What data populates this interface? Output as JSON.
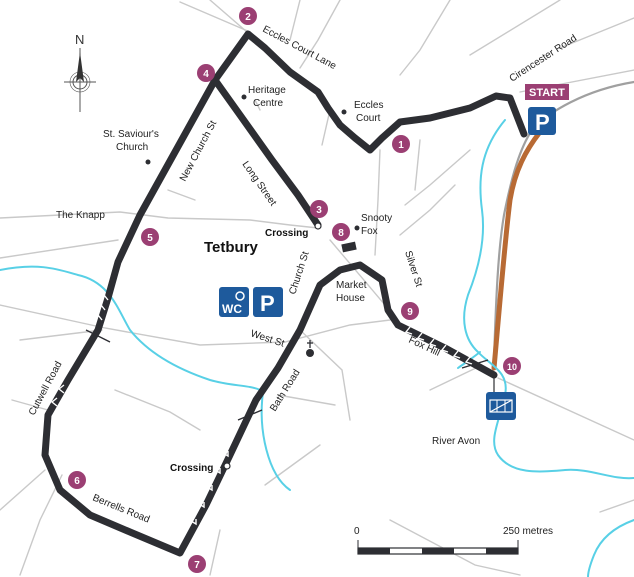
{
  "colors": {
    "route": "#2d2e33",
    "waypoint": "#9b3f73",
    "river": "#58d0e6",
    "road": "#c9c9c9",
    "rail_grey": "#a0a0a0",
    "rail_brown": "#b86a34",
    "icon_blue": "#1e5a9c"
  },
  "compass": {
    "letter": "N"
  },
  "start_label": "START",
  "town_name": "Tetbury",
  "waypoints": [
    "1",
    "2",
    "3",
    "4",
    "5",
    "6",
    "7",
    "8",
    "9",
    "10"
  ],
  "roads": {
    "cirencester": "Cirencester Road",
    "eccles_court_lane": "Eccles Court Lane",
    "new_church_st": "New Church St",
    "long_street": "Long Street",
    "the_knapp": "The Knapp",
    "church_st": "Church St",
    "silver_st": "Silver St",
    "west_st": "West St",
    "fox_hill": "Fox Hill",
    "bath_road": "Bath Road",
    "cutwell_road": "Cutwell Road",
    "berrells_road": "Berrells Road"
  },
  "places": {
    "heritage_line1": "Heritage",
    "heritage_line2": "Centre",
    "eccles_line1": "Eccles",
    "eccles_line2": "Court",
    "saviour_line1": "St. Saviour's",
    "saviour_line2": "Church",
    "snooty_line1": "Snooty",
    "snooty_line2": "Fox",
    "market_line1": "Market",
    "market_line2": "House",
    "river_avon": "River Avon"
  },
  "crossings": {
    "upper": "Crossing",
    "lower": "Crossing"
  },
  "icons": {
    "wc": "WC",
    "parking": "P"
  },
  "scale": {
    "zero": "0",
    "max": "250 metres"
  }
}
